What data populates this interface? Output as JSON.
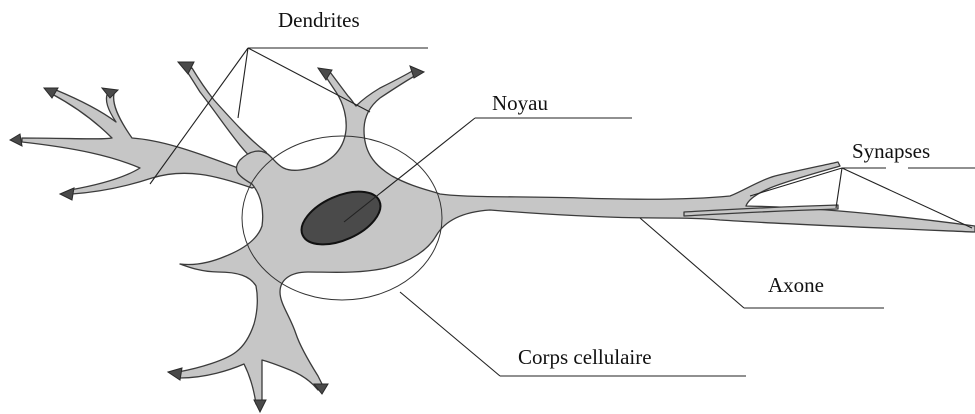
{
  "diagram": {
    "labels": {
      "dendrites": "Dendrites",
      "noyau": "Noyau",
      "synapses": "Synapses",
      "axone": "Axone",
      "corps_cellulaire": "Corps cellulaire"
    }
  }
}
